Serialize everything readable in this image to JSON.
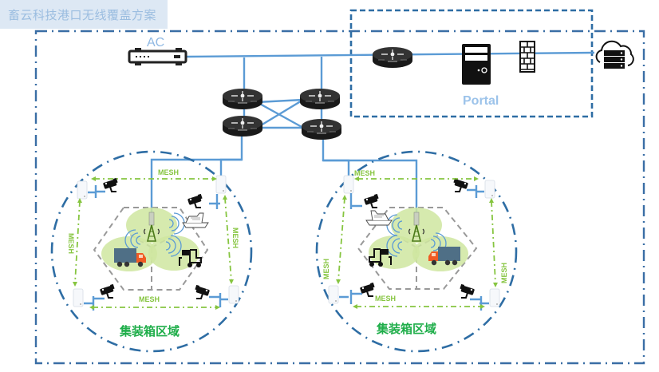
{
  "title": "畜云科技港口无线覆盖方案",
  "colors": {
    "link": "#5b9bd5",
    "border": "#2e6da4",
    "mesh": "#86c540",
    "zone_label": "#1fae4a",
    "coverage": "#cfe6a0",
    "hexagon": "#999999"
  },
  "core": {
    "ac_label": "AC",
    "portal_label": "Portal",
    "devices": [
      "ac-controller",
      "core-router",
      "portal-server",
      "firewall",
      "cloud-server"
    ],
    "aggregation_switches": 4
  },
  "zones": [
    {
      "label": "集装箱区域",
      "mesh_labels": [
        "MESH",
        "MESH",
        "MESH",
        "MESH"
      ],
      "access_points": 4,
      "cameras": 4,
      "coverage_items": [
        "base-station",
        "ship",
        "truck",
        "forklift"
      ]
    },
    {
      "label": "集装箱区域",
      "mesh_labels": [
        "MESH",
        "MESH",
        "MESH",
        "MESH"
      ],
      "access_points": 4,
      "cameras": 4,
      "coverage_items": [
        "base-station",
        "ship",
        "forklift",
        "truck"
      ]
    }
  ]
}
